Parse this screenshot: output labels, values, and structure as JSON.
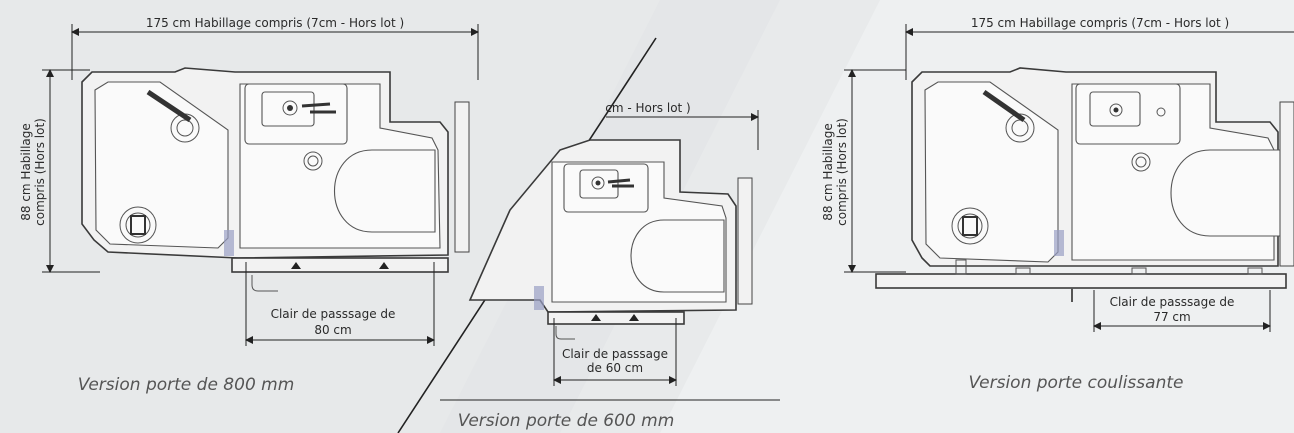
{
  "colors": {
    "background": "#e7e9ea",
    "right_panel": "#eef0f1",
    "line": "#3a3a3a",
    "caption": "#555555"
  },
  "left": {
    "width_label": "175 cm Habillage compris (7cm - Hors lot )",
    "height_label_line1": "88 cm Habillage",
    "height_label_line2": "compris (Hors lot)",
    "clearance_line1": "Clair de passsage de",
    "clearance_line2": "80 cm",
    "caption": "Version porte de 800 mm"
  },
  "middle": {
    "width_label_partial": "cm - Hors lot )",
    "clearance_line1": "Clair de passsage",
    "clearance_line2": "de 60 cm",
    "caption": "Version porte de 600 mm"
  },
  "right": {
    "width_label": "175 cm Habillage compris (7cm - Hors lot )",
    "height_label_line1": "88 cm Habillage",
    "height_label_line2": "compris (Hors lot)",
    "clearance_line1": "Clair de passsage de",
    "clearance_line2": "77 cm",
    "caption": "Version porte coulissante"
  }
}
